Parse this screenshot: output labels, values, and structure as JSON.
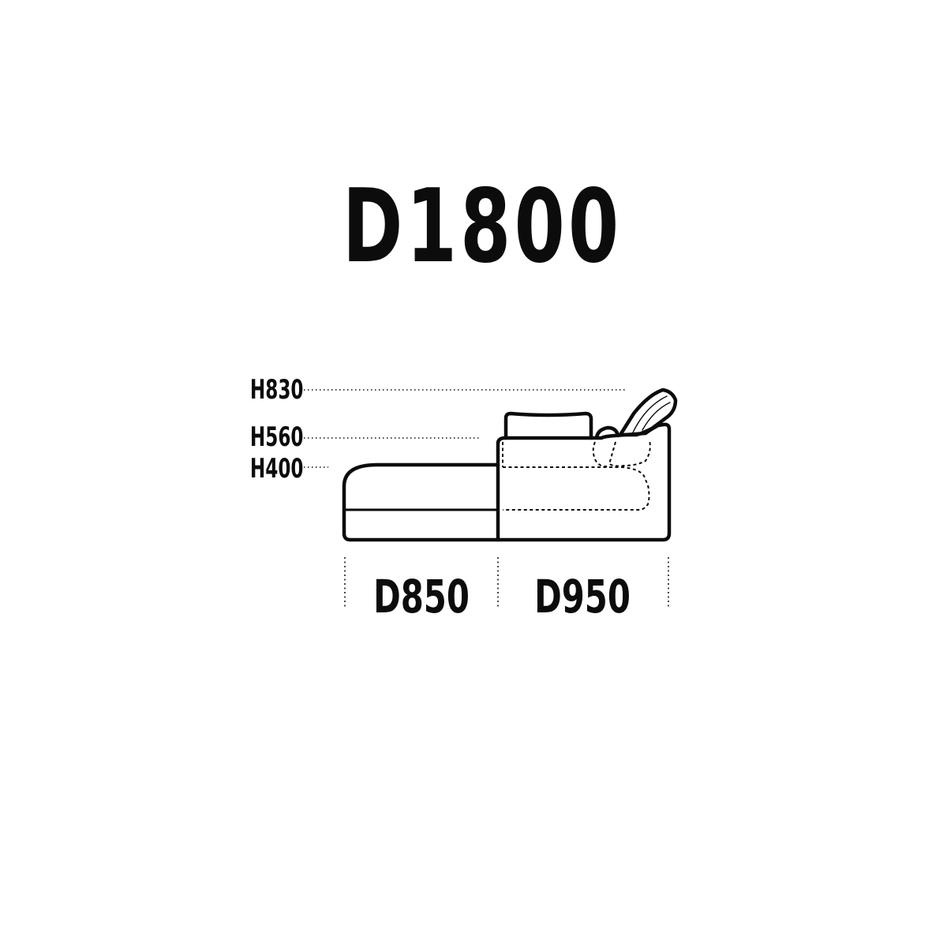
{
  "title": "D1800",
  "heights": {
    "h830": "H830",
    "h560": "H560",
    "h400": "H400"
  },
  "depths": {
    "d850": "D850",
    "d950": "D950"
  },
  "colors": {
    "line": "#0c0c0c",
    "background": "#ffffff"
  }
}
